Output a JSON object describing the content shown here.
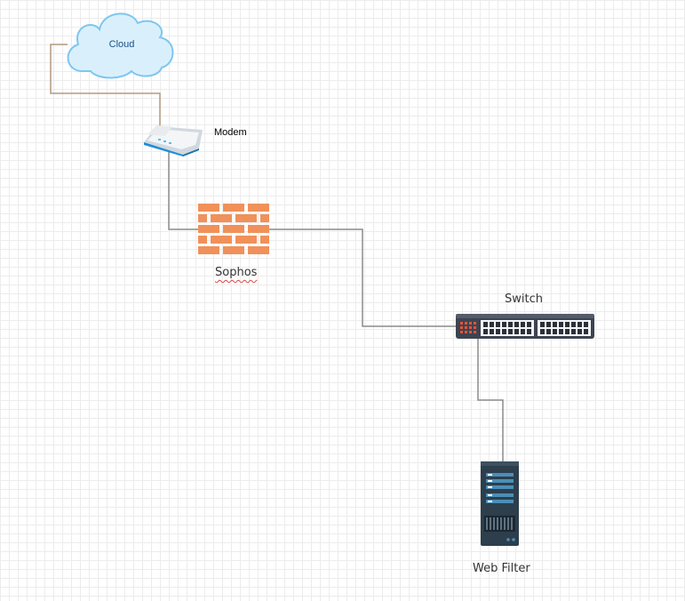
{
  "diagram": {
    "nodes": {
      "cloud": {
        "label": "Cloud",
        "icon": "cloud-icon"
      },
      "modem": {
        "label": "Modem",
        "icon": "modem-icon"
      },
      "sophos": {
        "label": "Sophos",
        "icon": "firewall-icon"
      },
      "switch": {
        "label": "Switch",
        "icon": "network-switch-icon"
      },
      "web_filter": {
        "label": "Web Filter",
        "icon": "server-icon"
      }
    },
    "connections": [
      {
        "from": "cloud",
        "to": "modem"
      },
      {
        "from": "modem",
        "to": "sophos"
      },
      {
        "from": "sophos",
        "to": "switch"
      },
      {
        "from": "switch",
        "to": "web_filter"
      }
    ],
    "colors": {
      "cloud_fill": "#d9f0fc",
      "cloud_stroke": "#7ec6ef",
      "cloud_link": "#b39a80",
      "link": "#8c8c8c",
      "firewall": "#f0915a",
      "switch_body": "#3d4450",
      "server_body": "#2d3e4c",
      "server_accent": "#4a8fb8"
    }
  }
}
